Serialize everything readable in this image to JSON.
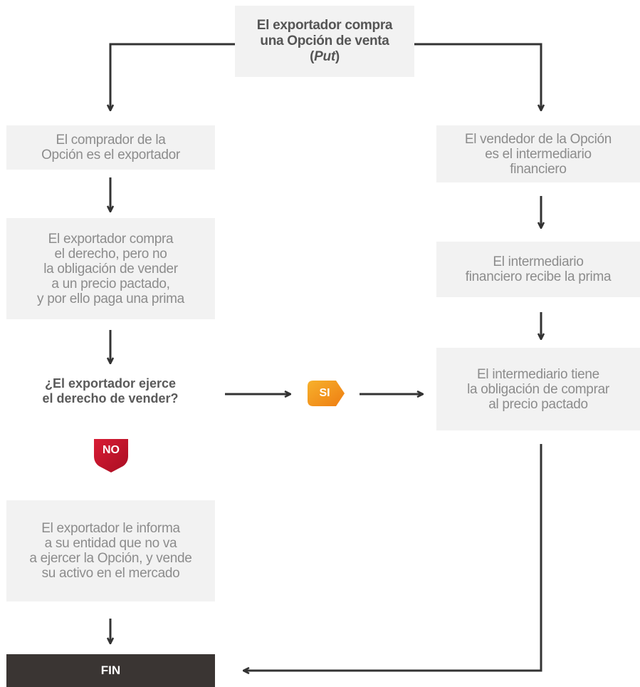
{
  "top": {
    "line1": "El exportador compra",
    "line2": "una Opción de venta",
    "line3_open": "(",
    "line3_emph": "Put",
    "line3_close": ")"
  },
  "left": {
    "box1": [
      "El comprador de la",
      "Opción es el exportador"
    ],
    "box2": [
      "El exportador compra",
      "el derecho, pero no",
      "la obligación de vender",
      "a un precio pactado,",
      "y por ello paga una prima"
    ],
    "question": [
      "¿El exportador ejerce",
      "el derecho de vender?"
    ],
    "box3": [
      "El exportador le informa",
      "a su entidad que no va",
      "a ejercer la Opción, y vende",
      "su activo en el mercado"
    ],
    "end": "FIN"
  },
  "right": {
    "box1": [
      "El vendedor de la Opción",
      "es el intermediario",
      "financiero"
    ],
    "box2": [
      "El intermediario",
      "financiero recibe la prima"
    ],
    "box3": [
      "El intermediario tiene",
      "la obligación de comprar",
      "al precio pactado"
    ]
  },
  "badges": {
    "yes": "SI",
    "no": "NO"
  },
  "colors": {
    "box_fill": "#f2f2f2",
    "end_fill": "#3a3533",
    "arrow": "#333333",
    "yes_badge": "#f39a1e",
    "no_badge": "#c8102e"
  }
}
